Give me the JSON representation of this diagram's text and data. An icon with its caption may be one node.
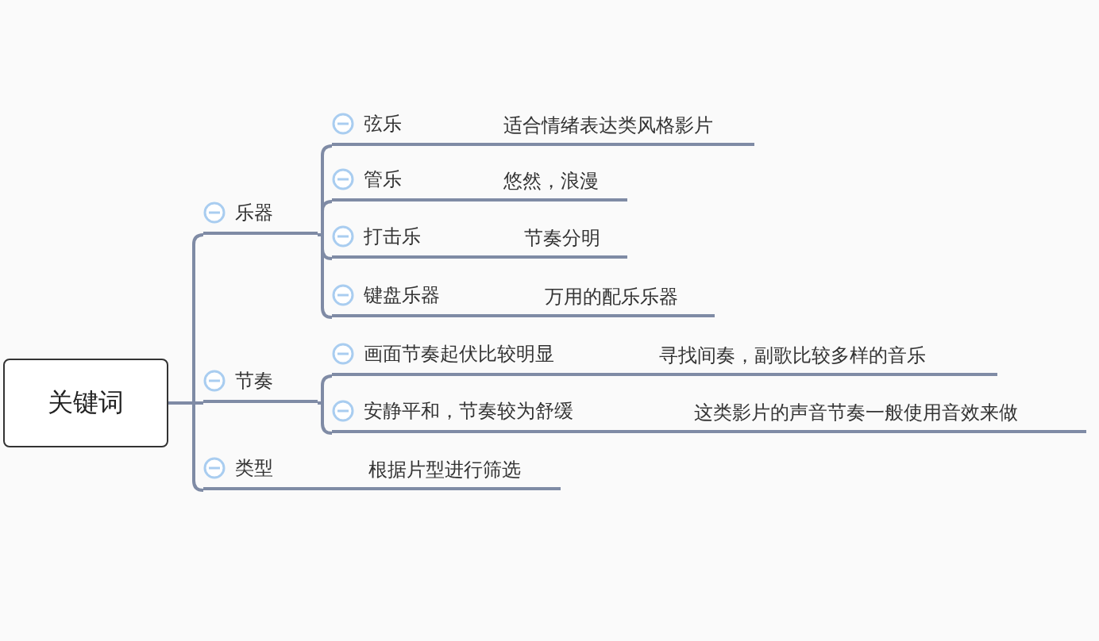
{
  "diagram": {
    "nodes": [
      {
        "text": [
          "关键词"
        ]
      },
      {
        "text": [
          "乐器"
        ]
      },
      {
        "text": [
          "弦乐",
          "适合情绪表达类风格影片"
        ]
      },
      {
        "text": [
          "管乐",
          "悠然，浪漫"
        ]
      },
      {
        "text": [
          "打击乐",
          "节奏分明"
        ]
      },
      {
        "text": [
          "键盘乐器",
          "万用的配乐乐器"
        ]
      },
      {
        "text": [
          "节奏"
        ]
      },
      {
        "text": [
          "画面节奏起伏比较明显",
          "寻找间奏，副歌比较多样的音乐"
        ]
      },
      {
        "text": [
          "安静平和，节奏较为舒缓",
          "这类影片的声音节奏一般使用音效来做"
        ]
      },
      {
        "text": [
          "类型",
          "根据片型进行筛选"
        ]
      }
    ],
    "edges": [
      {
        "from": 0,
        "to": 1,
        "arrow": "none"
      },
      {
        "from": 0,
        "to": 6,
        "arrow": "none"
      },
      {
        "from": 0,
        "to": 9,
        "arrow": "none"
      },
      {
        "from": 1,
        "to": 2,
        "arrow": "none"
      },
      {
        "from": 1,
        "to": 3,
        "arrow": "none"
      },
      {
        "from": 1,
        "to": 4,
        "arrow": "none"
      },
      {
        "from": 1,
        "to": 5,
        "arrow": "none"
      },
      {
        "from": 6,
        "to": 7,
        "arrow": "none"
      },
      {
        "from": 6,
        "to": 8,
        "arrow": "none"
      }
    ]
  }
}
